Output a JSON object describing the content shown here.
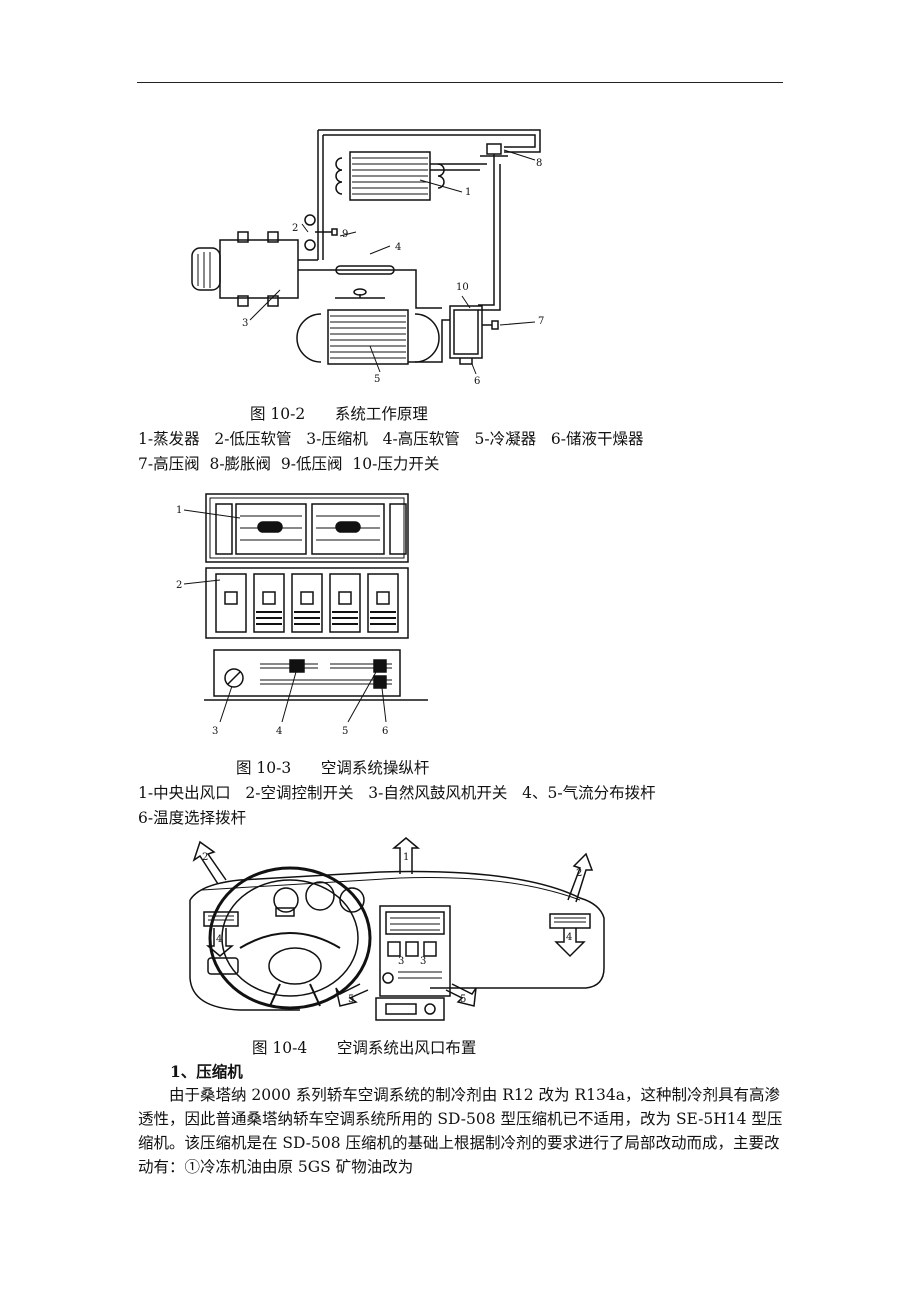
{
  "fig1": {
    "caption_num": "图 10-2",
    "caption_title": "系统工作原理",
    "legend_line1": "1-蒸发器   2-低压软管   3-压缩机   4-高压软管   5-冷凝器   6-储液干燥器",
    "legend_line2": "7-高压阀  8-膨胀阀  9-低压阀  10-压力开关",
    "labels": [
      "1",
      "2",
      "3",
      "4",
      "5",
      "6",
      "7",
      "8",
      "9",
      "10"
    ]
  },
  "fig2": {
    "caption_num": "图 10-3",
    "caption_title": "空调系统操纵杆",
    "legend_line1": "1-中央出风口   2-空调控制开关   3-自然风鼓风机开关   4、5-气流分布拨杆",
    "legend_line2": "6-温度选择拨杆",
    "labels": [
      "1",
      "2",
      "3",
      "4",
      "5",
      "6"
    ]
  },
  "fig3": {
    "caption_num": "图 10-4",
    "caption_title": "空调系统出风口布置",
    "labels": [
      "1",
      "2",
      "2",
      "4",
      "4",
      "5",
      "5",
      "3",
      "3"
    ]
  },
  "section": {
    "heading": "1、压缩机",
    "paragraph": "由于桑塔纳 2000 系列轿车空调系统的制冷剂由 R12 改为 R134a，这种制冷剂具有高渗透性，因此普通桑塔纳轿车空调系统所用的 SD-508 型压缩机已不适用，改为 SE-5H14 型压缩机。该压缩机是在 SD-508 压缩机的基础上根据制冷剂的要求进行了局部改动而成，主要改动有：①冷冻机油由原 5GS 矿物油改为"
  }
}
